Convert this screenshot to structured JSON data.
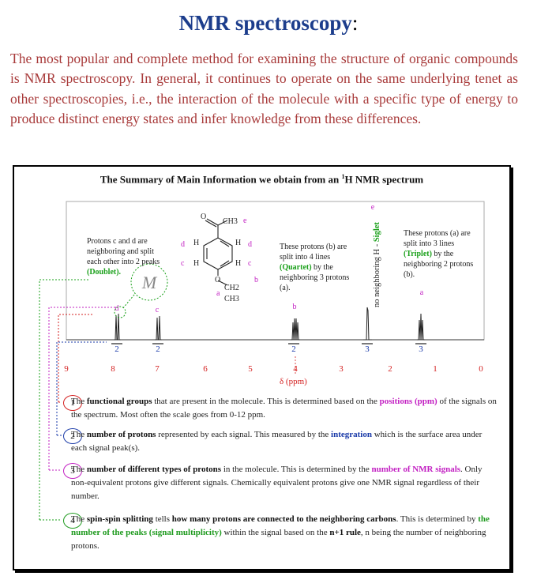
{
  "page": {
    "title": "NMR spectroscopy",
    "title_colon": ":",
    "intro": "The most popular and complete method for examining the structure of organic compounds is NMR spectroscopy. In general, it continues to operate on the same underlying tenet as other spectroscopies, i.e., the interaction of the molecule with a specific type of energy to produce distinct energy states and infer knowledge from these differences."
  },
  "figure": {
    "title_pre": "The Summary of Main Information we obtain from an ",
    "title_sup": "1",
    "title_post": "H NMR spectrum",
    "xlabel": "δ (ppm)",
    "ticks": [
      "9",
      "8",
      "7",
      "6",
      "5",
      "4",
      "3",
      "2",
      "1",
      "0"
    ],
    "annotations": {
      "doublet_pre": "Protons c and d are neighboring and split each other into 2 peaks",
      "doublet_term": "(Doublet).",
      "quartet_pre": "These protons (b) are split into 4 lines",
      "quartet_term": "(Quartet)",
      "quartet_post": "by the neighboring 3 protons (a).",
      "triplet_pre": "These protons (a) are split into 3 lines",
      "triplet_term": "(Triplet)",
      "triplet_post": "by the neighboring 2 protons (b).",
      "singlet_black": "no neighboring H - ",
      "singlet_green": "Siglet",
      "zoom_glyph": "M"
    },
    "molecule": {
      "ch3_top": "CH3",
      "o_label": "O",
      "ch2": "CH2",
      "ch3_bottom": "CH3",
      "h_label": "H",
      "labels": {
        "a": "a",
        "b": "b",
        "c": "c",
        "d": "d",
        "e": "e"
      }
    },
    "peaks": [
      {
        "letter": "d",
        "integration": "2"
      },
      {
        "letter": "c",
        "integration": "2"
      },
      {
        "letter": "b",
        "integration": "2"
      },
      {
        "letter": "e",
        "integration": "3"
      },
      {
        "letter": "a",
        "integration": "3"
      }
    ],
    "items": [
      {
        "n": "1",
        "color": "#d42020",
        "p1": "The ",
        "b1": "functional groups",
        "p2": " that are present in the molecule. This is determined based on the ",
        "c1": "positions (ppm)",
        "p3": " of the signals on the spectrum. Most often the scale goes from 0-12 ppm."
      },
      {
        "n": "2",
        "color": "#1a3aa8",
        "p1": "The ",
        "b1": "number of protons",
        "p2": " represented by each signal. This measured by the ",
        "c1": "integration",
        "p3": " which is the surface area under each signal peak(s)."
      },
      {
        "n": "3",
        "color": "#c21fc2",
        "p1": "The ",
        "b1": "number of different types of protons",
        "p2": " in the molecule. This is determined by the ",
        "c1": "number of NMR signals",
        "p3": ". Only non-equivalent protons give different signals. Chemically equivalent protons give one NMR signal regardless of their number."
      },
      {
        "n": "4",
        "color": "#1e9a1e",
        "p1": "The ",
        "b1": "spin-spin splitting",
        "p2": " tells ",
        "b2": "how many protons are connected to the neighboring carbons",
        "p2b": ". This is determined by ",
        "c1": "the number of the peaks (signal multiplicity)",
        "p3": " within the signal based on the ",
        "b3": "n+1 rule",
        "p4": ", n being the number of neighboring protons."
      }
    ]
  }
}
